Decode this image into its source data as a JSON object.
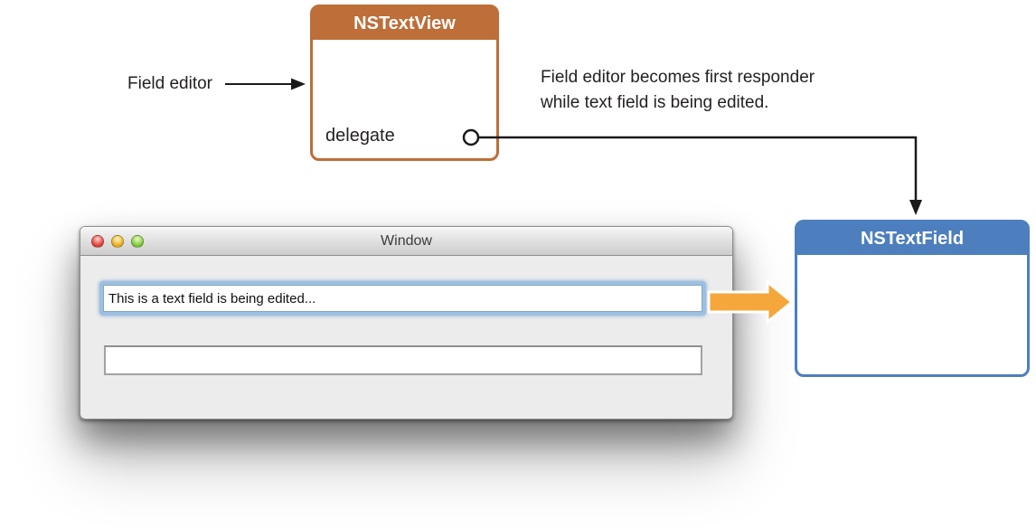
{
  "diagram": {
    "nstextview": {
      "title": "NSTextView",
      "outlet_label": "delegate"
    },
    "nstextfield": {
      "title": "NSTextField"
    },
    "field_editor_label": "Field editor",
    "annotation": {
      "line1": "Field editor becomes first responder",
      "line2": "while text field is being edited."
    }
  },
  "window": {
    "title": "Window",
    "text_field_1": {
      "value": "This is a text field is being edited..."
    },
    "text_field_2": {
      "value": ""
    }
  },
  "colors": {
    "nstextview_orange": "#BE6E38",
    "nstextfield_blue": "#4D7FBE",
    "arrow_orange": "#F5A73B",
    "focus_ring_blue": "#9CC0E2",
    "connector_black": "#1A1A1A"
  }
}
